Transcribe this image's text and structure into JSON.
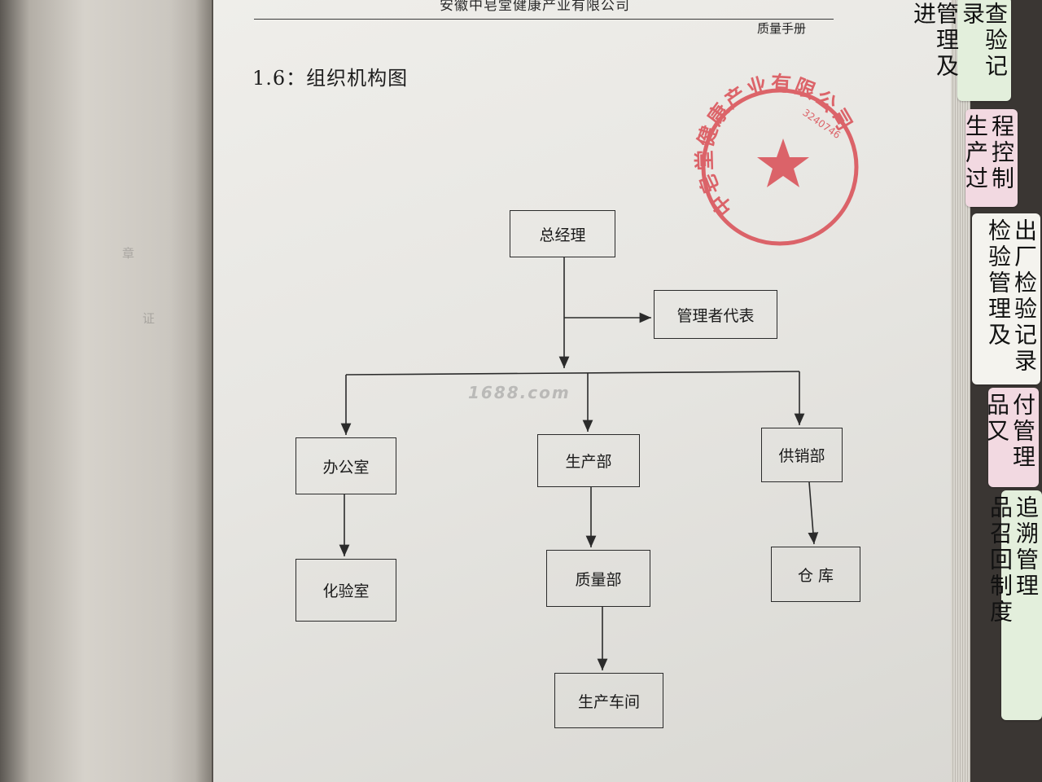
{
  "header": {
    "company": "安徽中皂堂健康产业有限公司",
    "manual": "质量手册"
  },
  "section_title": "1.6：组织机构图",
  "watermark": "1688.com",
  "seal": {
    "ring_text": "中皂堂健康产业有限公司",
    "number": "3240746",
    "color": "#d9474f"
  },
  "org_chart": {
    "nodes": {
      "gm": "总经理",
      "rep": "管理者代表",
      "office": "办公室",
      "production": "生产部",
      "supply": "供销部",
      "lab": "化验室",
      "quality": "质量部",
      "warehouse": "仓 库",
      "workshop": "生产车间"
    }
  },
  "tabs": [
    {
      "cols": [
        "查验记录",
        "管理及进"
      ]
    },
    {
      "cols": [
        "程控制",
        "生产过"
      ]
    },
    {
      "cols": [
        "出厂检验记录",
        "检验管理及"
      ]
    },
    {
      "cols": [
        "付管理",
        "品又"
      ]
    },
    {
      "cols": [
        "追溯管理",
        "品召回制度"
      ]
    }
  ],
  "colors": {
    "seal_red": "#d9474f",
    "line": "#2b2b2b",
    "tab_green": "#e3efdc",
    "tab_pink": "#f2d9e1",
    "tab_white": "#f4f3ee"
  }
}
